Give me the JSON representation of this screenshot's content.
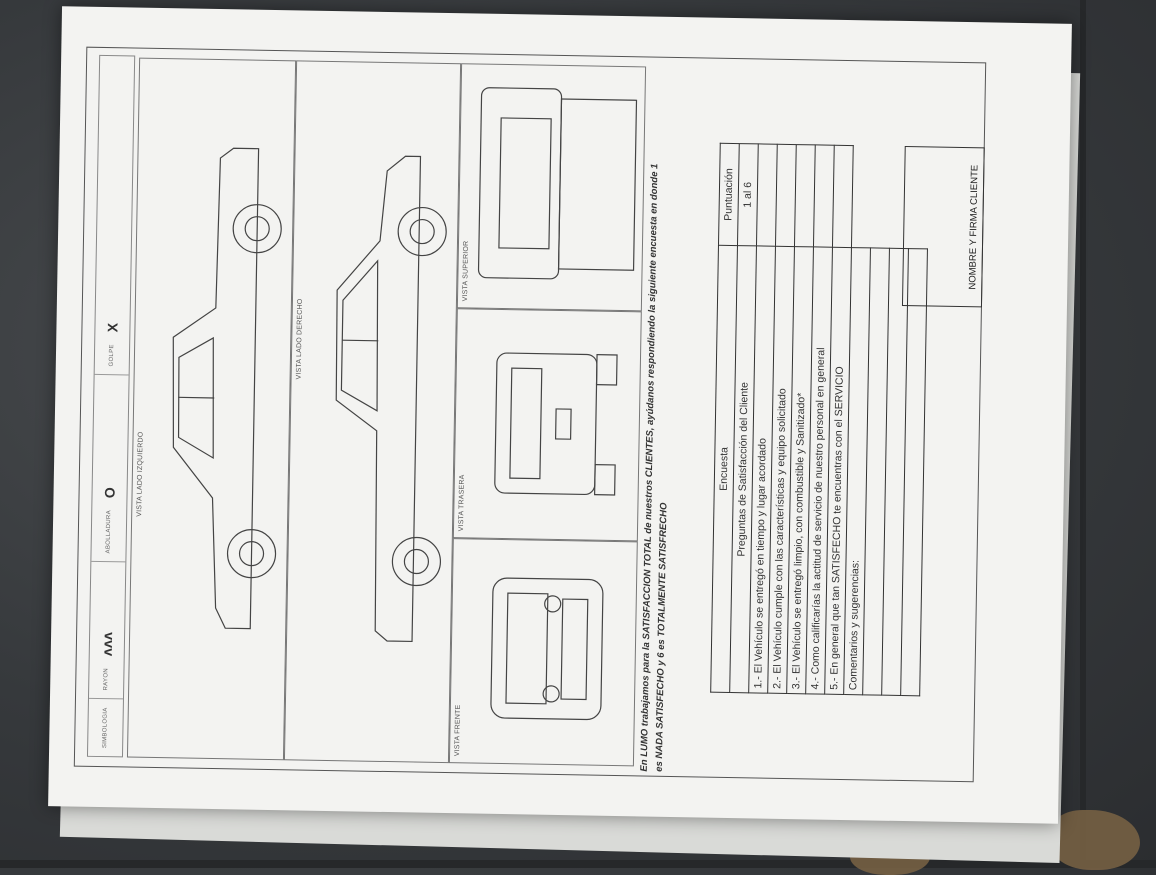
{
  "document": {
    "legend": {
      "title": "SIMBOLOGIA",
      "items": [
        {
          "label": "RAYON",
          "symbol": "ʌʌʌ"
        },
        {
          "label": "ABOLLADURA",
          "symbol": "O"
        },
        {
          "label": "GOLPE",
          "symbol": "X"
        }
      ]
    },
    "views": {
      "left": "VISTA LADO IZQUIERDO",
      "right": "VISTA LADO DERECHO",
      "front": "VISTA FRENTE",
      "rear": "VISTA TRASERA",
      "top": "VISTA SUPERIOR"
    },
    "intro": {
      "line1": "En LUMO trabajamos para la SATISFACCION TOTAL de nuestros CLIENTES, ayúdanos respondiendo la siguiente encuesta en donde 1",
      "line2": "es NADA SATISFECHO y 6 es TOTALMENTE SATISFRECHO"
    },
    "survey": {
      "title": "Encuesta",
      "score_header": "Puntuación",
      "subtitle": "Preguntas de Satisfacción del Cliente",
      "score_range": "1 al 6",
      "questions": [
        "1.- El Vehículo se entregó en tiempo y lugar acordado",
        "2.- El Vehículo cumple con las características y equipo solicitado",
        "3.- El Vehículo se entregó limpio, con combustible y Sanitizado*",
        "4.- Como calificarías la actitud de servicio de nuestro personal en general",
        "5.- En general que tan SATISFECHO te encuentras con el SERVICIO"
      ],
      "comments_label": "Comentarios y sugerencias:",
      "signature_label": "NOMBRE Y FIRMA CLIENTE"
    }
  }
}
